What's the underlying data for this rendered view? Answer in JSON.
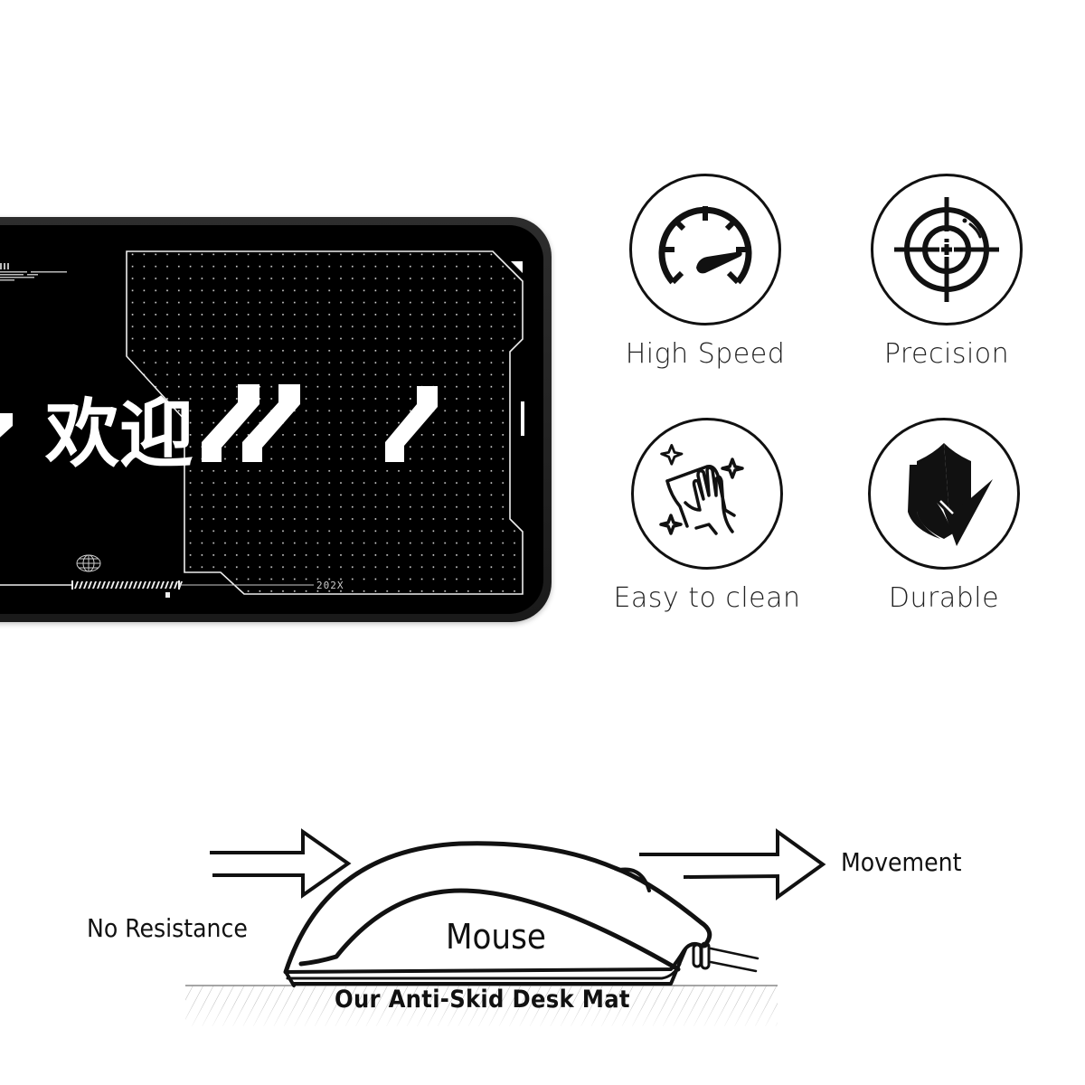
{
  "product_image": {
    "mat": {
      "chinese_text": "欢迎",
      "year_mark": "202X",
      "colors": {
        "mat": "#000000",
        "rim": "#2a2a2a",
        "graphics": "#ffffff"
      }
    }
  },
  "features": [
    {
      "icon": "speedometer-icon",
      "label": "High Speed"
    },
    {
      "icon": "crosshair-target-icon",
      "label": "Precision"
    },
    {
      "icon": "hand-wiping-cloth-icon",
      "label": "Easy to clean"
    },
    {
      "icon": "shield-check-icon",
      "label": "Durable"
    }
  ],
  "diagram": {
    "left_label": "No Resistance",
    "right_label": "Movement",
    "mouse_label": "Mouse",
    "surface_label": "Our Anti-Skid Desk Mat"
  }
}
